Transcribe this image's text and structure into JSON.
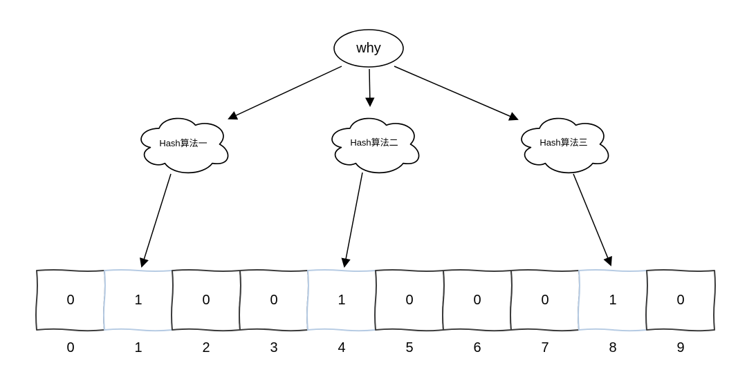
{
  "diagram": {
    "root_node": {
      "label": "why"
    },
    "hash_nodes": [
      {
        "label": "Hash算法一"
      },
      {
        "label": "Hash算法二"
      },
      {
        "label": "Hash算法三"
      }
    ],
    "bit_array": {
      "cells": [
        {
          "index": "0",
          "value": "0",
          "highlighted": false
        },
        {
          "index": "1",
          "value": "1",
          "highlighted": true
        },
        {
          "index": "2",
          "value": "0",
          "highlighted": false
        },
        {
          "index": "3",
          "value": "0",
          "highlighted": false
        },
        {
          "index": "4",
          "value": "1",
          "highlighted": true
        },
        {
          "index": "5",
          "value": "0",
          "highlighted": false
        },
        {
          "index": "6",
          "value": "0",
          "highlighted": false
        },
        {
          "index": "7",
          "value": "0",
          "highlighted": false
        },
        {
          "index": "8",
          "value": "1",
          "highlighted": true
        },
        {
          "index": "9",
          "value": "0",
          "highlighted": false
        }
      ]
    },
    "colors": {
      "highlight_fill": "#cfe2f3",
      "highlight_stroke": "#b6cbe3",
      "shape_stroke": "#000000",
      "cell_stroke": "#3b3b3b",
      "text": "#000000",
      "background": "#ffffff"
    }
  }
}
